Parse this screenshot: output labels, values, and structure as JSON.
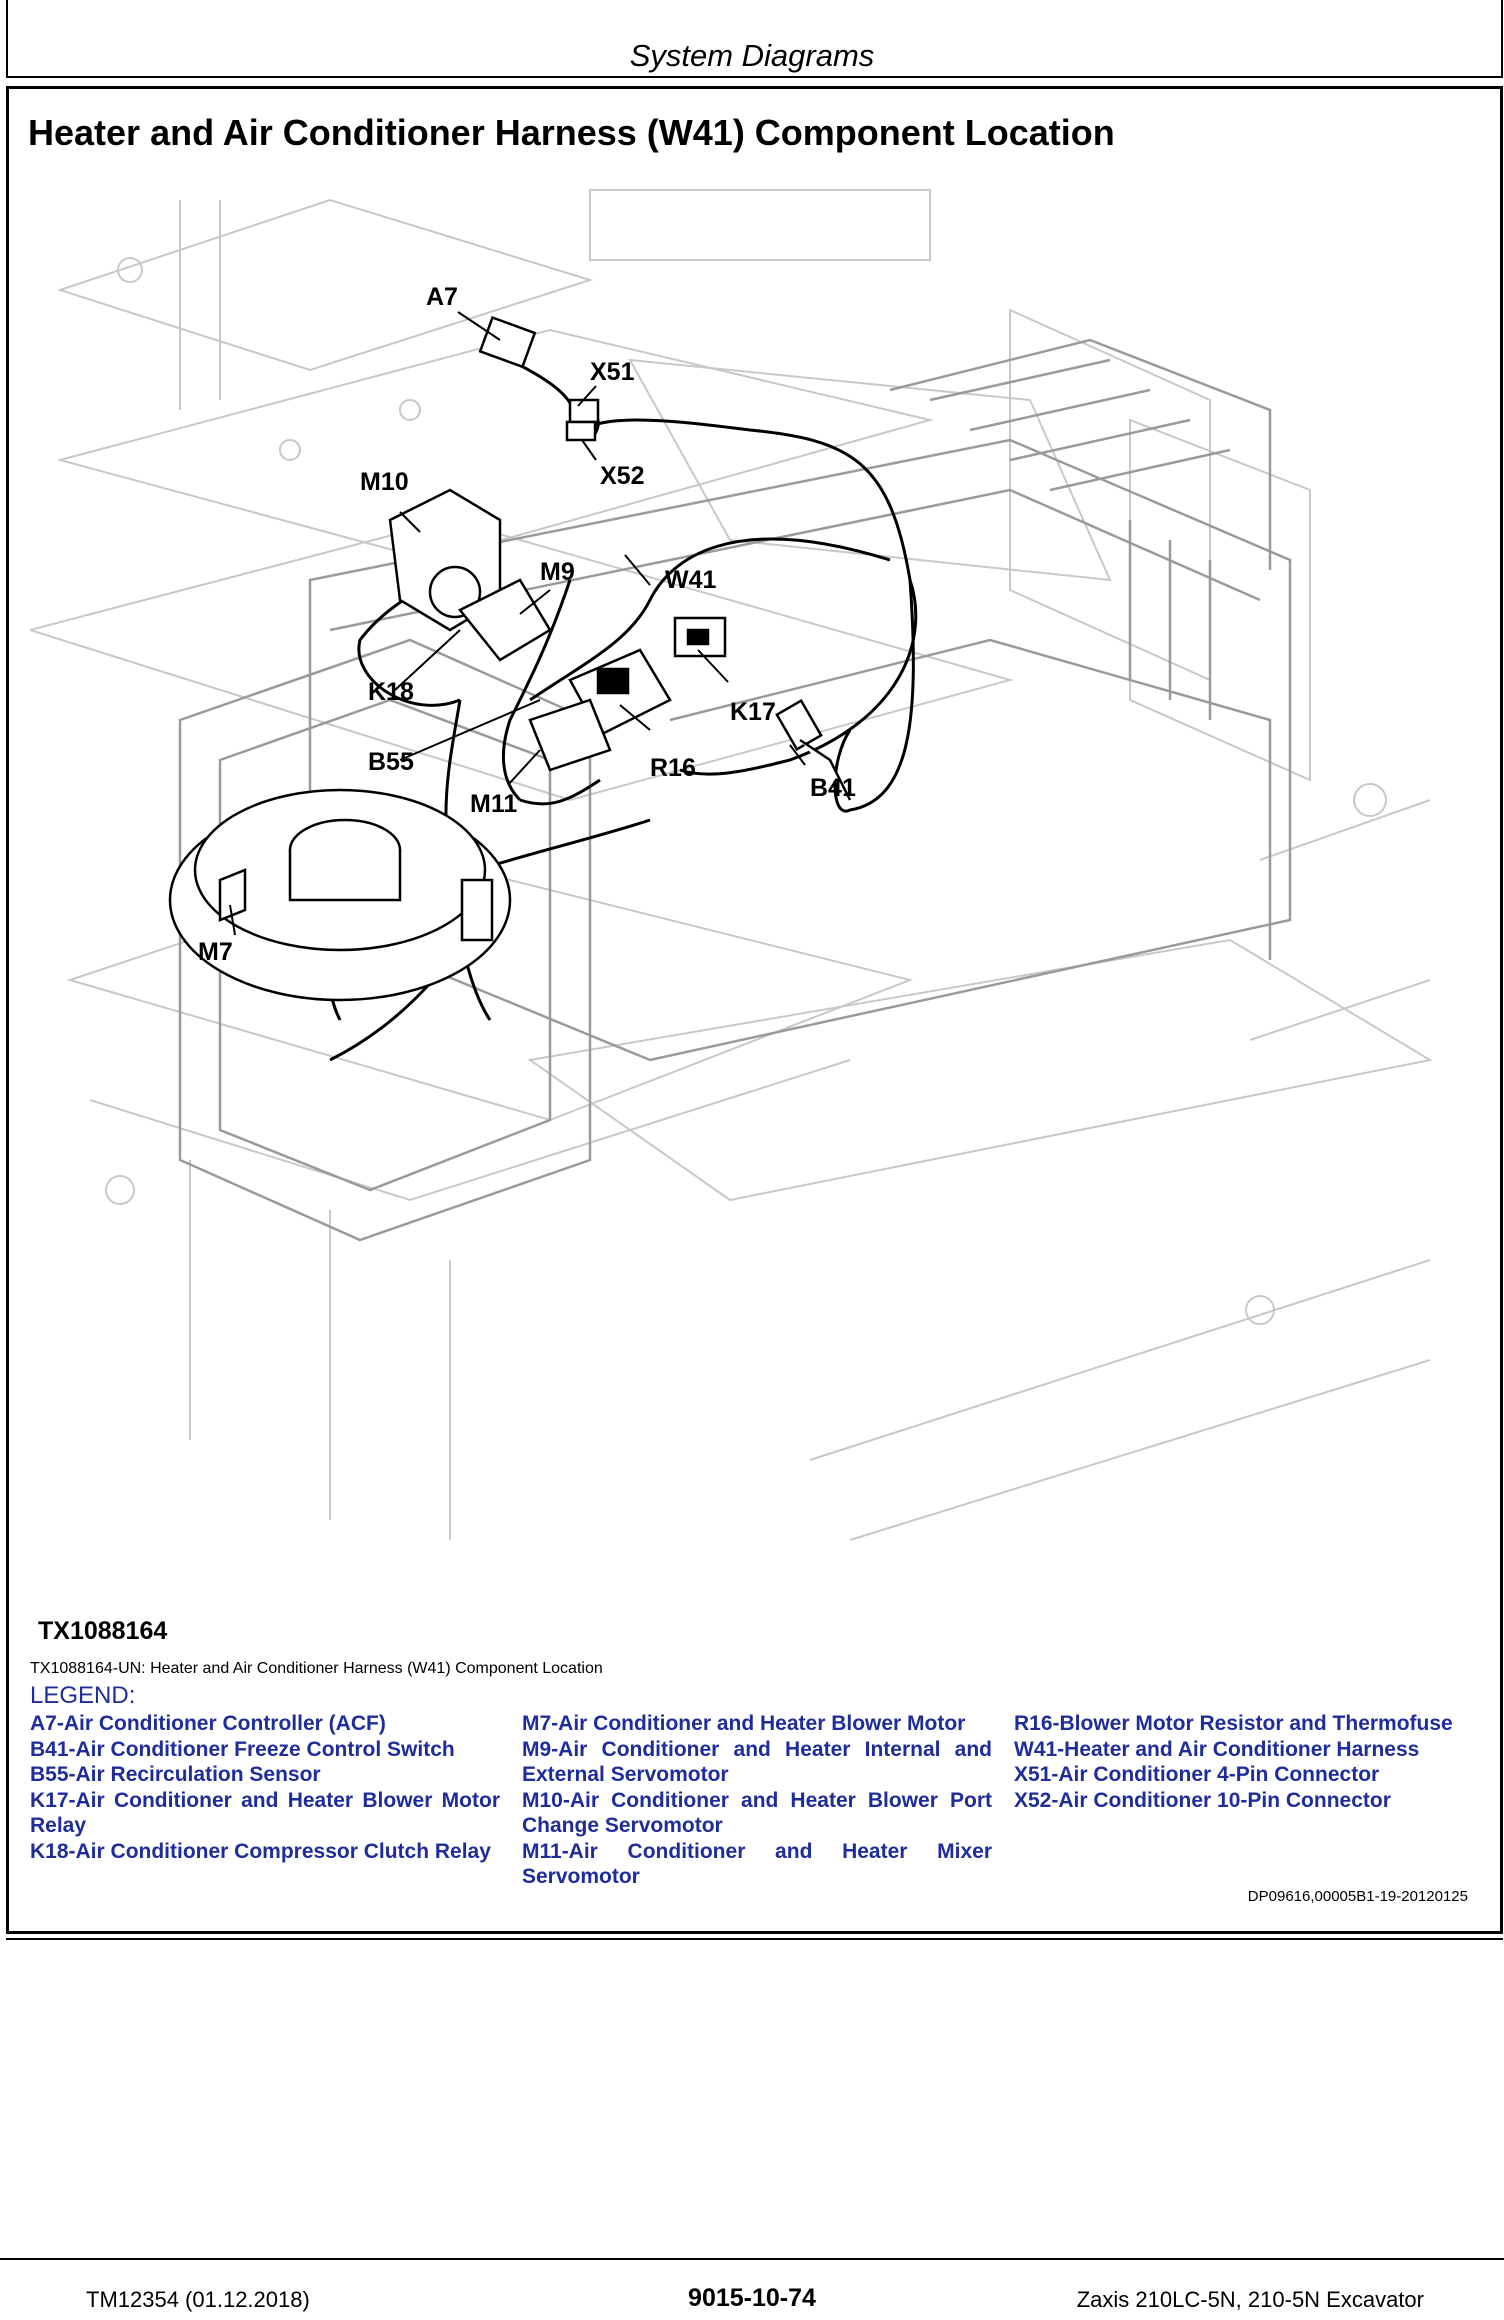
{
  "header": {
    "title": "System Diagrams"
  },
  "section": {
    "title": "Heater and Air Conditioner Harness (W41) Component Location"
  },
  "figure": {
    "id": "TX1088164",
    "caption": "TX1088164-UN: Heater and Air Conditioner Harness (W41) Component Location",
    "callouts": [
      "A7",
      "X51",
      "X52",
      "M10",
      "M9",
      "W41",
      "K17",
      "K18",
      "B55",
      "R16",
      "M11",
      "B41",
      "M7"
    ]
  },
  "legend": {
    "heading": "LEGEND:",
    "columns": [
      [
        "A7-Air Conditioner Controller (ACF)",
        "B41-Air Conditioner Freeze Control Switch",
        "B55-Air Recirculation Sensor",
        "K17-Air Conditioner and Heater Blower Motor Relay",
        "K18-Air Conditioner Compressor Clutch Relay"
      ],
      [
        "M7-Air Conditioner and Heater Blower Motor",
        "M9-Air Conditioner and Heater Internal and External Servomotor",
        "M10-Air Conditioner and Heater Blower Port Change Servomotor",
        "M11-Air Conditioner and Heater Mixer Servomotor"
      ],
      [
        "R16-Blower Motor Resistor and Thermofuse",
        "W41-Heater and Air Conditioner Harness",
        "X51-Air Conditioner 4-Pin Connector",
        "X52-Air Conditioner 10-Pin Connector"
      ]
    ]
  },
  "reference": "DP09616,00005B1-19-20120125",
  "footer": {
    "left": "TM12354 (01.12.2018)",
    "center": "9015-10-74",
    "right": "Zaxis 210LC-5N, 210-5N Excavator"
  }
}
